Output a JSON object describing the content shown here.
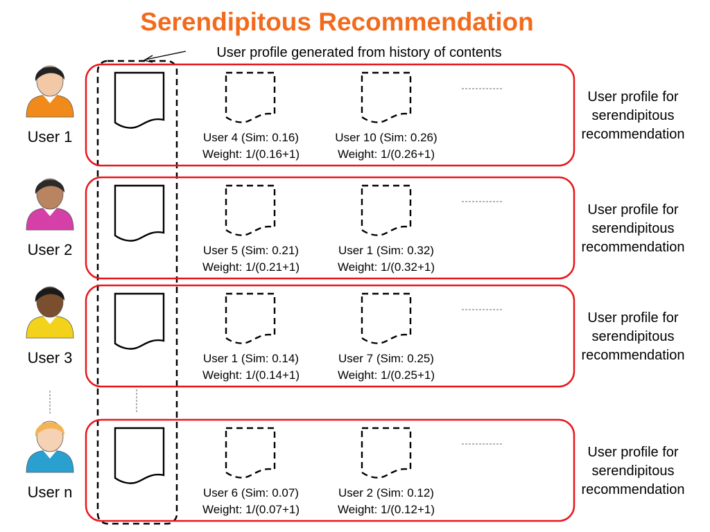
{
  "title": "Serendipitous Recommendation",
  "annotation": "User profile  generated from  history of contents",
  "colors": {
    "title": "#F26B1D",
    "row_border": "#E8161B",
    "ink": "#000000"
  },
  "rows": [
    {
      "user_label": "User 1",
      "avatar_color": "#F08A1A",
      "hair_color": "#222222",
      "skin_color": "#F2C9A6",
      "neighbors": [
        {
          "line1": "User 4 (Sim: 0.16)",
          "line2": "Weight: 1/(0.16+1)"
        },
        {
          "line1": "User 10 (Sim: 0.26)",
          "line2": "Weight: 1/(0.26+1)"
        }
      ],
      "caption": [
        "User profile for",
        "serendipitous",
        "recommendation"
      ]
    },
    {
      "user_label": "User 2",
      "avatar_color": "#D43FA8",
      "hair_color": "#2A2A2A",
      "skin_color": "#B98460",
      "neighbors": [
        {
          "line1": "User 5 (Sim: 0.21)",
          "line2": "Weight: 1/(0.21+1)"
        },
        {
          "line1": "User 1 (Sim: 0.32)",
          "line2": "Weight: 1/(0.32+1)"
        }
      ],
      "caption": [
        "User profile for",
        "serendipitous",
        "recommendation"
      ]
    },
    {
      "user_label": "User 3",
      "avatar_color": "#F2D21A",
      "hair_color": "#1A1A1A",
      "skin_color": "#7A4E2E",
      "neighbors": [
        {
          "line1": "User 1 (Sim: 0.14)",
          "line2": "Weight: 1/(0.14+1)"
        },
        {
          "line1": "User 7 (Sim: 0.25)",
          "line2": "Weight: 1/(0.25+1)"
        }
      ],
      "caption": [
        "User profile for",
        "serendipitous",
        "recommendation"
      ]
    },
    {
      "user_label": "User n",
      "avatar_color": "#2AA0D0",
      "hair_color": "#F2B454",
      "skin_color": "#F6D2B4",
      "neighbors": [
        {
          "line1": "User 6 (Sim: 0.07)",
          "line2": "Weight: 1/(0.07+1)"
        },
        {
          "line1": "User 2 (Sim: 0.12)",
          "line2": "Weight: 1/(0.12+1)"
        }
      ],
      "caption": [
        "User profile for",
        "serendipitous",
        "recommendation"
      ]
    }
  ]
}
